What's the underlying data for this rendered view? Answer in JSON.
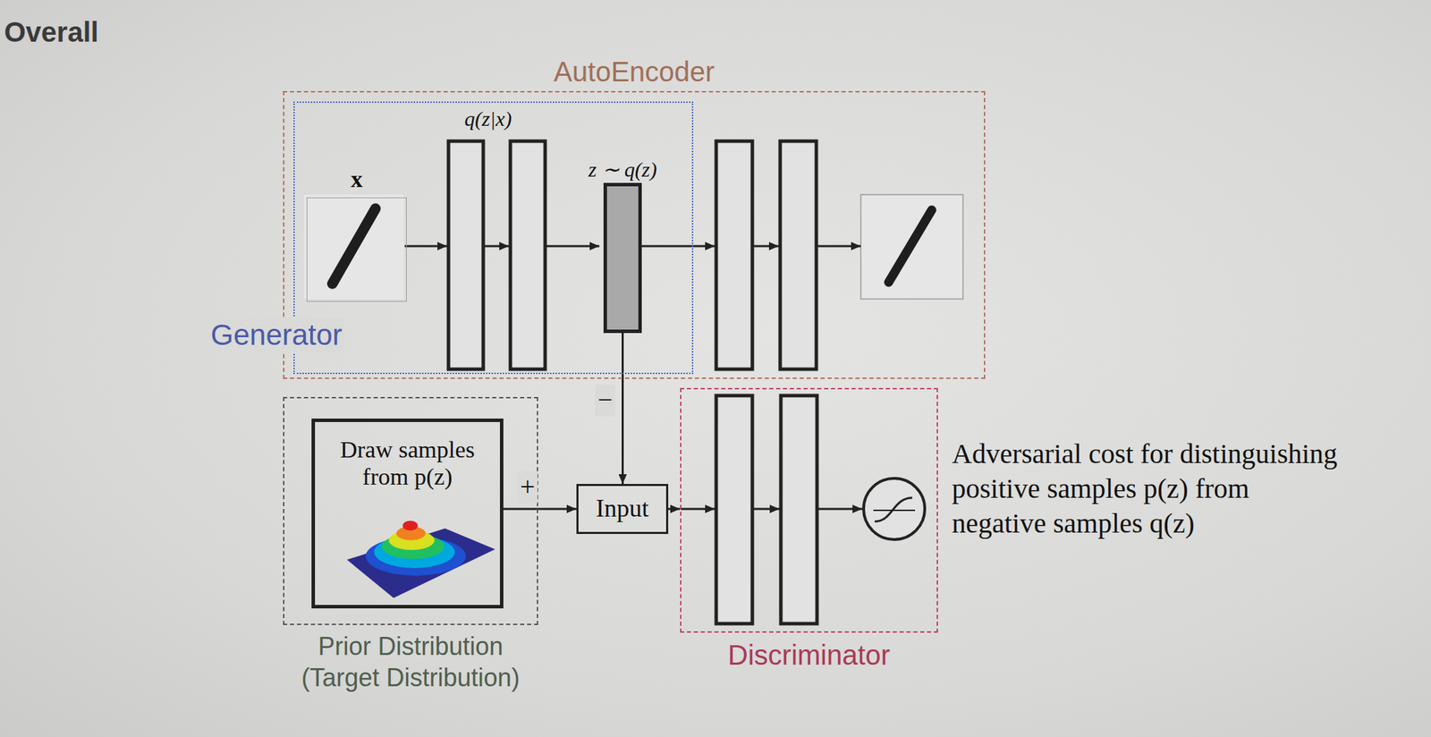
{
  "diagram": {
    "title": "Overall",
    "nodes": [
      {
        "text": [
          "AutoEncoder"
        ]
      },
      {
        "text": [
          "Generator"
        ],
        "in": 0
      },
      {
        "text": [
          "x"
        ],
        "in": 1
      },
      {
        "text": [
          "z ∼ q(z)"
        ],
        "in": 1
      },
      {
        "text": [
          "Prior Distribution (Target Distribution)"
        ]
      },
      {
        "text": [
          "Draw samples from p(z)"
        ],
        "in": 4
      },
      {
        "text": [
          "Input"
        ]
      },
      {
        "text": [
          "Discriminator"
        ]
      }
    ],
    "edges": [
      {
        "from": 3,
        "to": 6,
        "label": "−",
        "arrow": "to"
      },
      {
        "from": 5,
        "to": 6,
        "label": "+",
        "arrow": "to"
      },
      {
        "from": 6,
        "to": 7,
        "arrow": "to"
      }
    ],
    "labels": [
      "q(z|x)",
      "Adversarial cost for distinguishing positive samples p(z) from negative samples q(z)"
    ]
  }
}
